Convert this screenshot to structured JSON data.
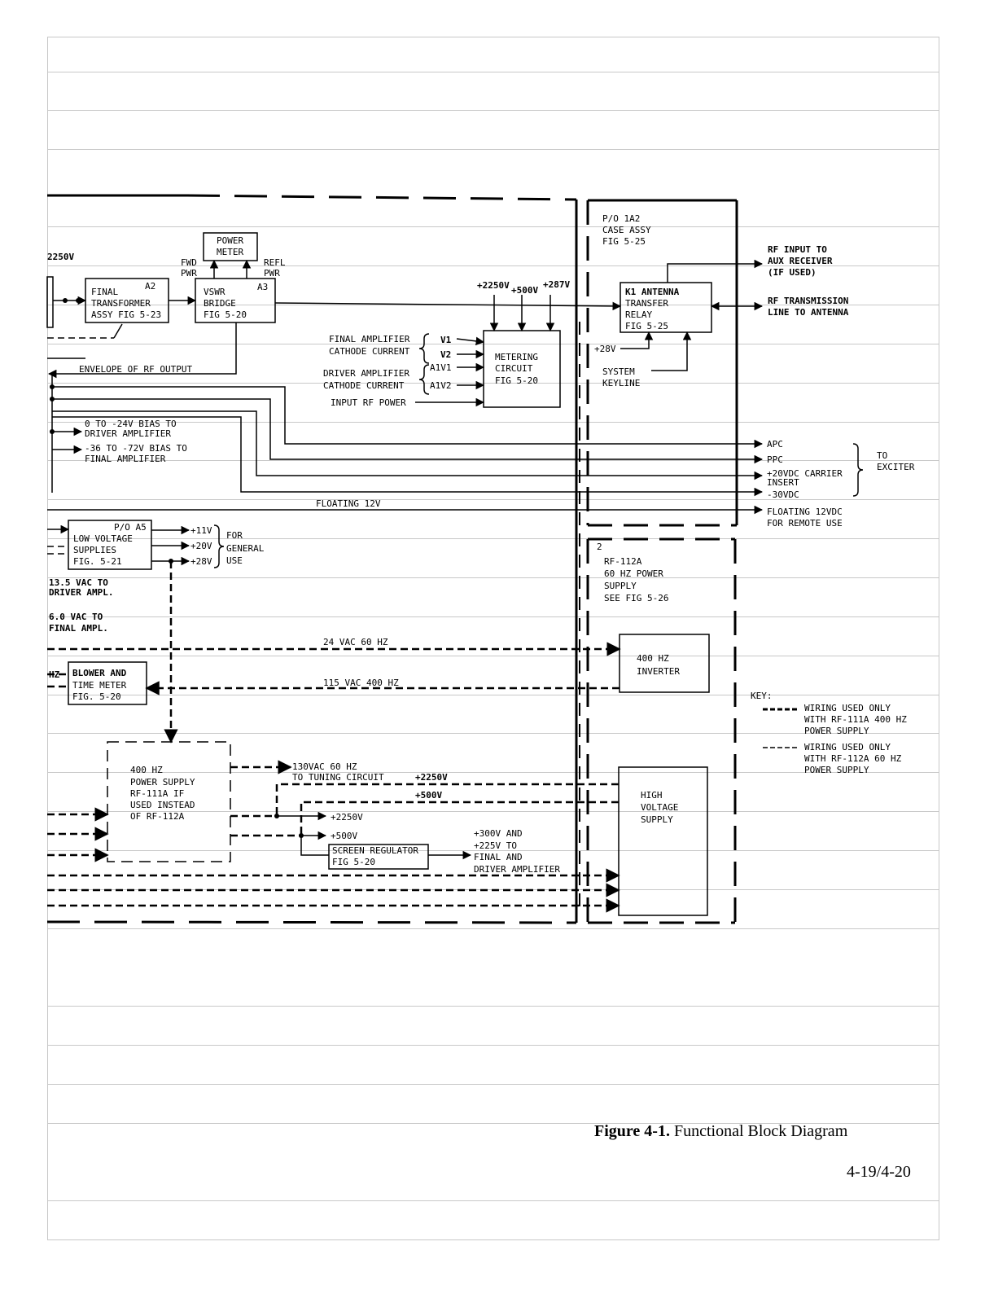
{
  "caption": {
    "figure_label": "Figure 4-1.",
    "title": "Functional Block Diagram"
  },
  "page_number": "4-19/4-20",
  "blocks": {
    "power_meter": [
      "POWER",
      "METER"
    ],
    "final_transformer": {
      "ref": "A2",
      "lines": [
        "FINAL",
        "TRANSFORMER",
        "ASSY FIG 5-23"
      ]
    },
    "vswr_bridge": {
      "ref": "A3",
      "lines": [
        "VSWR",
        "BRIDGE",
        "FIG 5-20"
      ]
    },
    "metering_circuit": [
      "METERING",
      "CIRCUIT",
      "FIG 5-20"
    ],
    "antenna_relay": [
      "K1 ANTENNA",
      "TRANSFER",
      "RELAY",
      "FIG 5-25"
    ],
    "case_assy": [
      "P/O 1A2",
      "CASE ASSY",
      "FIG 5-25"
    ],
    "low_voltage": {
      "ref": "P/O A5",
      "lines": [
        "LOW VOLTAGE",
        "SUPPLIES",
        "FIG. 5-21"
      ]
    },
    "blower": [
      "BLOWER AND",
      "TIME METER",
      "FIG. 5-20"
    ],
    "inverter": [
      "400 HZ",
      "INVERTER"
    ],
    "rf112a": {
      "num": "2",
      "lines": [
        "RF-112A",
        "60 HZ POWER",
        "SUPPLY",
        "SEE FIG 5-26"
      ]
    },
    "hv_supply": [
      "HIGH",
      "VOLTAGE",
      "SUPPLY"
    ],
    "psu_400": [
      "400 HZ",
      "POWER SUPPLY",
      "RF-111A IF",
      "USED INSTEAD",
      "OF RF-112A"
    ],
    "screen_reg": [
      "SCREEN REGULATOR",
      "FIG 5-20"
    ]
  },
  "labels": {
    "v2250_left": "2250V",
    "fwd_pwr": [
      "FWD",
      "PWR"
    ],
    "refl_pwr": [
      "REFL",
      "PWR"
    ],
    "v2250_meter": "+2250V",
    "v500_meter": "+500V",
    "v287_meter": "+287V",
    "final_amp_current": [
      "FINAL AMPLIFIER",
      "CATHODE CURRENT"
    ],
    "driver_amp_current": [
      "DRIVER AMPLIFIER",
      "CATHODE CURRENT"
    ],
    "v1": "V1",
    "v2": "V2",
    "a1v1": "A1V1",
    "a1v2": "A1V2",
    "input_rf_power": "INPUT RF POWER",
    "envelope": "ENVELOPE OF RF OUTPUT",
    "bias_driver": [
      "0 TO -24V BIAS TO",
      "DRIVER AMPLIFIER"
    ],
    "bias_final": [
      "-36 TO -72V BIAS TO",
      "FINAL AMPLIFIER"
    ],
    "v28_relay": "+28V",
    "system_keyline": [
      "SYSTEM",
      "KEYLINE"
    ],
    "rf_input_aux": [
      "RF INPUT TO",
      "AUX RECEIVER",
      "(IF USED)"
    ],
    "rf_transmission": [
      "RF TRANSMISSION",
      "LINE TO ANTENNA"
    ],
    "apc": "APC",
    "ppc": "PPC",
    "carrier_insert": [
      "+20VDC CARRIER",
      "INSERT"
    ],
    "v30dc": "-30VDC",
    "to_exciter": [
      "TO",
      "EXCITER"
    ],
    "floating_12v": "FLOATING 12V",
    "floating_12vdc": [
      "FLOATING 12VDC",
      "FOR REMOTE USE"
    ],
    "v11": "+11V",
    "v20": "+20V",
    "v28": "+28V",
    "general_use": [
      "FOR",
      "GENERAL",
      "USE"
    ],
    "vac_driver": [
      "13.5 VAC TO",
      "DRIVER AMPL."
    ],
    "vac_final": [
      "6.0 VAC TO",
      "FINAL AMPL."
    ],
    "vac24": "24 VAC 60 HZ",
    "vac115": "115 VAC 400 HZ",
    "hz": "HZ",
    "vdc130": [
      "130VAC 60 HZ",
      "TO TUNING CIRCUIT"
    ],
    "v2250_hv": "+2250V",
    "v500_hv": "+500V",
    "v2250_out": "+2250V",
    "v500_out": "+500V",
    "screen_out": [
      "+300V AND",
      "+225V TO",
      "FINAL AND",
      "DRIVER AMPLIFIER"
    ],
    "key_title": "KEY:",
    "key_111a": [
      "WIRING USED ONLY",
      "WITH RF-111A 400 HZ",
      "POWER SUPPLY"
    ],
    "key_112a": [
      "WIRING USED ONLY",
      "WITH RF-112A 60 HZ",
      "POWER SUPPLY"
    ]
  }
}
